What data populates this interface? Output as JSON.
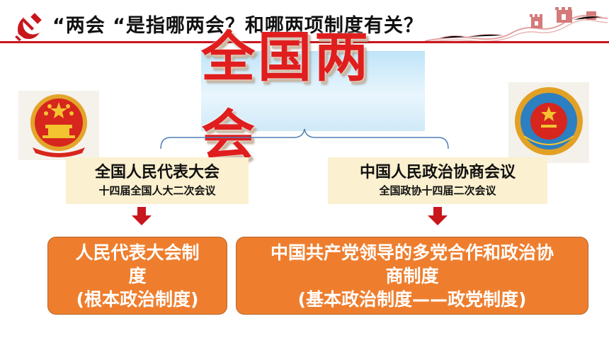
{
  "header": {
    "title": "“两会 “是指哪两会？和哪两项制度有关？"
  },
  "banner": {
    "text": "全国两会"
  },
  "npc": {
    "name": "全国人民代表大会",
    "session": "十四届全国人大二次会议",
    "system_lines": [
      "人民代表大会制",
      "度",
      "(根本政治制度)"
    ]
  },
  "cppcc": {
    "name": "中国人民政治协商会议",
    "session": "全国政协十四届二次会议",
    "system_lines": [
      "中国共产党领导的多党合作和政治协",
      "商制度",
      "(基本政治制度——政党制度)"
    ]
  },
  "colors": {
    "accent_red": "#c8161d",
    "box_orange": "#ee7e2e",
    "label_bg": "#fbf0cf",
    "banner_red": "#e01e1e"
  }
}
